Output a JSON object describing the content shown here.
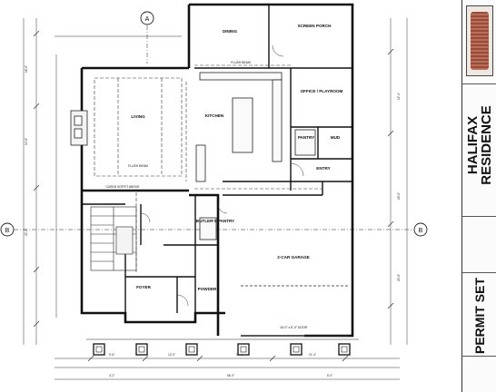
{
  "sheet": {
    "project_line1": "HALIFAX",
    "project_line2": "RESIDENCE",
    "set_name": "PERMIT SET",
    "grid_markers": {
      "a": "A",
      "b": "B"
    }
  },
  "rooms": {
    "dining": "DINING",
    "screen_porch": "SCREEN PORCH",
    "office": "OFFICE / PLAYROOM",
    "living": "LIVING",
    "kitchen": "KITCHEN",
    "pantry": "PANTRY",
    "mud": "MUD",
    "entry": "ENTRY",
    "butlers_pantry": "BUTLER'S PANTRY",
    "garage": "2-CAR GARAGE",
    "foyer": "FOYER",
    "powder": "POWDER"
  },
  "notes": {
    "flush_beam_1": "FLUSH BEAM",
    "flush_beam_2": "FLUSH BEAM",
    "cased_soffit": "CASED SOFFIT ABOVE",
    "garage_door": "16'-0\" x 8'-0\" DOOR"
  },
  "colors": {
    "line": "#1a1a1a",
    "title_accent": "#9a4a36"
  }
}
